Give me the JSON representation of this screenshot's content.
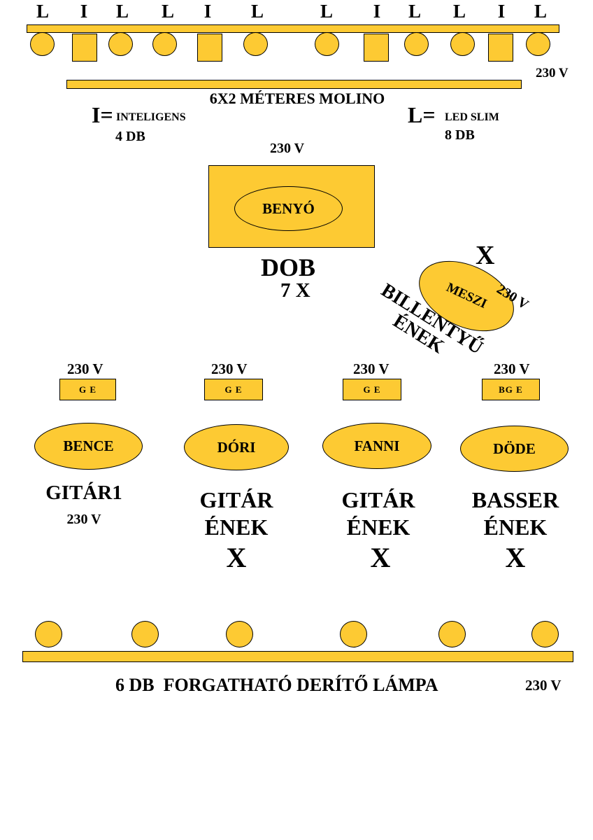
{
  "top_rig": {
    "letters": [
      "L",
      "I",
      "L",
      "L",
      "I",
      "L",
      "L",
      "I",
      "L",
      "L",
      "I",
      "L"
    ],
    "voltage": "230 V"
  },
  "banner": {
    "label": "6X2 MÉTERES MOLINO"
  },
  "legend": {
    "i_key": "I=",
    "i_name": "INTELIGENS",
    "i_count": "4 DB",
    "l_key": "L=",
    "l_name": "LED SLIM",
    "l_count": "8 DB"
  },
  "drum": {
    "voltage": "230 V",
    "player": "BENYÓ",
    "label": "DOB",
    "mics": "7 X"
  },
  "keys": {
    "player": "MESZI",
    "mic": "X",
    "voltage": "230 V",
    "role_line1": "BILLENTYŰ",
    "role_line2": "ÉNEK"
  },
  "front_line": [
    {
      "voltage": "230 V",
      "amp": "G E",
      "player": "BENCE",
      "role1": "GITÁR1",
      "role2": "230 V",
      "mic": ""
    },
    {
      "voltage": "230 V",
      "amp": "G E",
      "player": "DÓRI",
      "role1": "GITÁR",
      "role2": "ÉNEK",
      "mic": "X"
    },
    {
      "voltage": "230 V",
      "amp": "G E",
      "player": "FANNI",
      "role1": "GITÁR",
      "role2": "ÉNEK",
      "mic": "X"
    },
    {
      "voltage": "230 V",
      "amp": "BG E",
      "player": "DÖDE",
      "role1": "BASSER",
      "role2": "ÉNEK",
      "mic": "X"
    }
  ],
  "bottom_rig": {
    "label": "6 DB  FORGATHATÓ DERÍTŐ LÁMPA",
    "voltage": "230 V"
  },
  "colors": {
    "fill": "#fdca33",
    "stroke": "#000000"
  }
}
